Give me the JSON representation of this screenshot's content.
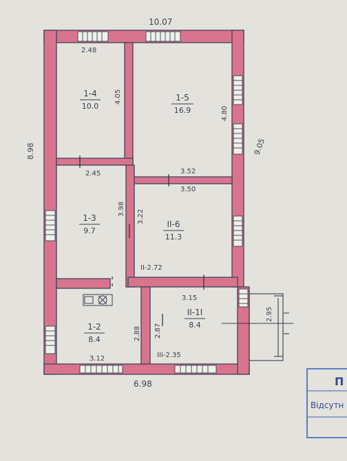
{
  "plan": {
    "dims": {
      "top_width": "10.07",
      "bottom_width": "6.98",
      "left_height": "8.98",
      "right_height": "9.05",
      "right_upper": "4.80",
      "mid_upper": "4.05",
      "room14_top": "2.48",
      "room14_bottom": "2.45",
      "room15_bottom": "3.52",
      "room16_top": "3.50",
      "room13_right": "3.98",
      "room16_left": "3.22",
      "corridor": "II-2.72",
      "room1_11_top": "3.15",
      "room12_bottom": "3.12",
      "room12_right": "2.88",
      "room1_11_left": "2.87",
      "room1_11_bottom": "III-2.35",
      "porch": "2.95"
    },
    "rooms": [
      {
        "id": "1-4",
        "area": "10.0"
      },
      {
        "id": "1-5",
        "area": "16.9"
      },
      {
        "id": "1-3",
        "area": "9.7"
      },
      {
        "id": "II-6",
        "area": "11.3"
      },
      {
        "id": "1-2",
        "area": "8.4"
      },
      {
        "id": "II-1I",
        "area": "8.4"
      }
    ]
  },
  "stamp": {
    "fragment": "Відсутн",
    "corner": "П"
  },
  "colors": {
    "wall": "#d9748f",
    "line": "#3a3d50",
    "paper": "#e4e2dc",
    "stamp": "#5a7bc4"
  }
}
